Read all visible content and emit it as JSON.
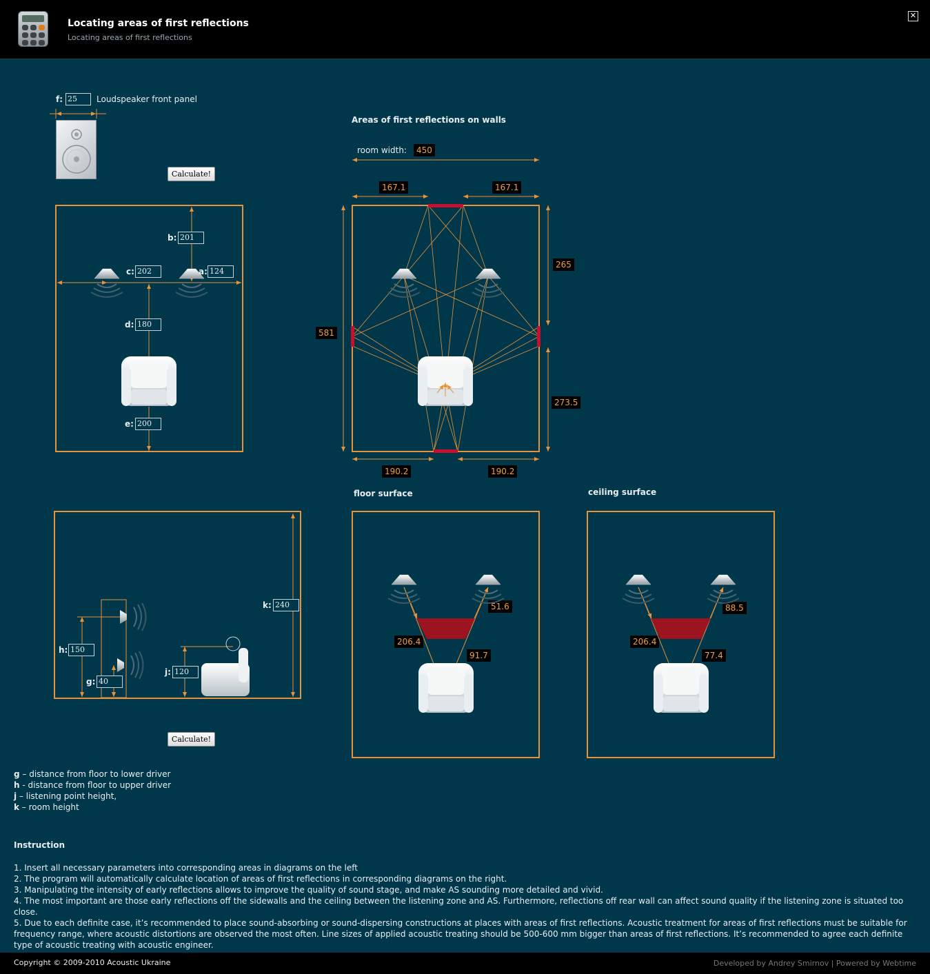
{
  "header": {
    "title": "Locating areas of first reflections",
    "subtitle": "Locating areas of first reflections",
    "close_symbol": "✕",
    "icon": "calculator-icon"
  },
  "inputs_top": {
    "f_label": "f:",
    "f_value": "25",
    "f_caption": "Loudspeaker front panel",
    "a_label": "a:",
    "a_value": "124",
    "b_label": "b:",
    "b_value": "201",
    "c_label": "c:",
    "c_value": "202",
    "d_label": "d:",
    "d_value": "180",
    "e_label": "e:",
    "e_value": "200",
    "calculate_label": "Calculate!"
  },
  "inputs_side": {
    "g_label": "g:",
    "g_value": "40",
    "h_label": "h:",
    "h_value": "150",
    "j_label": "j:",
    "j_value": "120",
    "k_label": "k:",
    "k_value": "240",
    "calculate_label": "Calculate!"
  },
  "walls": {
    "title": "Areas of first reflections on walls",
    "room_width_label": "room width:",
    "room_width": "450",
    "top_left": "167.1",
    "top_right": "167.1",
    "room_length": "581",
    "right_upper": "265",
    "right_lower": "273.5",
    "bottom_left": "190.2",
    "bottom_right": "190.2"
  },
  "floor": {
    "title": "floor surface",
    "upper": "51.6",
    "left": "206.4",
    "lower": "91.7"
  },
  "ceiling": {
    "title": "ceiling surface",
    "upper": "88.5",
    "left": "206.4",
    "lower": "77.4"
  },
  "legend": [
    {
      "key": "g",
      "text": " – distance from floor to lower driver"
    },
    {
      "key": "h",
      "text": " - distance from floor to upper driver"
    },
    {
      "key": "j",
      "text": " – listening point height,"
    },
    {
      "key": "k",
      "text": " – room height"
    }
  ],
  "instruction": {
    "title": "Instruction",
    "items": [
      "1. Insert all necessary parameters into corresponding areas in diagrams on the left",
      "2. The program will automatically calculate location of areas of first reflections in corresponding diagrams on the right.",
      "3. Manipulating the intensity of early reflections allows to improve the quality of sound stage, and make AS sounding more detailed and vivid.",
      "4. The most important are those early reflections off the sidewalls and the ceiling between the listening zone and AS. Furthermore, reflections off rear wall can affect sound quality if the listening zone is situated too close.",
      "5. Due to each definite case, it’s recommended to place sound-absorbing or sound-dispersing constructions at places with areas of first reflections. Acoustic treatment for areas of first reflections must be suitable for frequency range, where acoustic distortions are observed the most often. Line sizes of applied acoustic treating should be 500-600 mm bigger than areas of first reflections. It’s recommended to agree each definite type of acoustic treating with acoustic engineer."
    ]
  },
  "footer": {
    "copyright": "Copyright © 2009-2010 Acoustic Ukraine",
    "developer": "Developed by Andrey Smirnov | Powered by Webtime"
  },
  "colors": {
    "background": "#00374a",
    "accent": "#e8923a",
    "reflection": "#c8102e"
  }
}
